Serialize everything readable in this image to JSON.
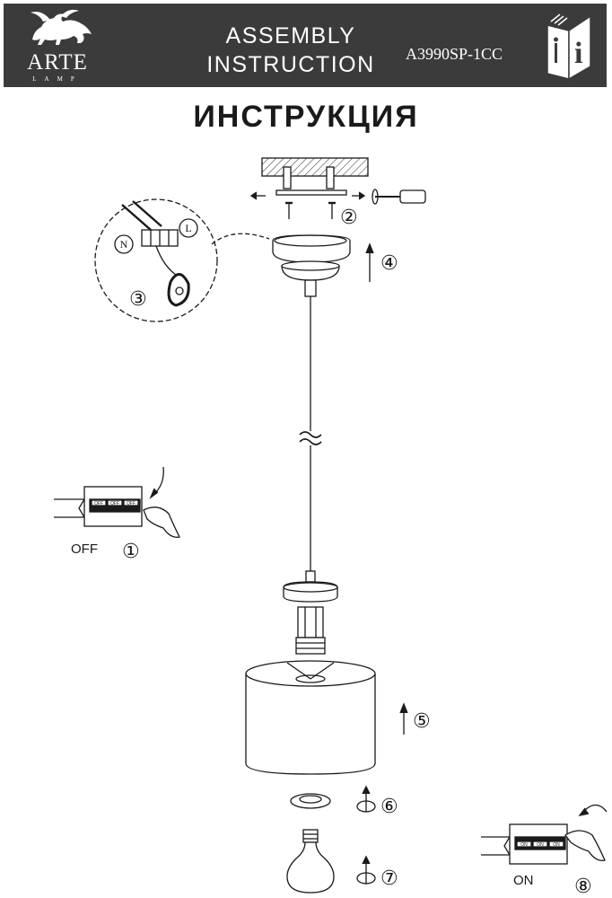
{
  "header": {
    "brand_name": "ARTE",
    "brand_sub": "LAMP",
    "title_line1": "ASSEMBLY",
    "title_line2": "INSTRUCTION",
    "model": "A3990SP-1CC"
  },
  "page_title": "ИНСТРУКЦИЯ",
  "steps": {
    "s1": "①",
    "s2": "②",
    "s3": "③",
    "s4": "④",
    "s5": "⑤",
    "s6": "⑥",
    "s7": "⑦",
    "s8": "⑧"
  },
  "wiring": {
    "neutral": "N",
    "live": "L"
  },
  "switch": {
    "off_label": "OFF",
    "on_label": "ON",
    "off_marks": [
      "OFF",
      "OFF",
      "OFF"
    ],
    "on_marks": [
      "ON",
      "ON",
      "ON"
    ]
  },
  "icons": {
    "logo": "griffin-logo-icon",
    "manual": "manual-info-icon",
    "tool": "screwdriver-icon"
  },
  "colors": {
    "header_bg": "#3b3b3b",
    "ink": "#1a1a1a"
  }
}
